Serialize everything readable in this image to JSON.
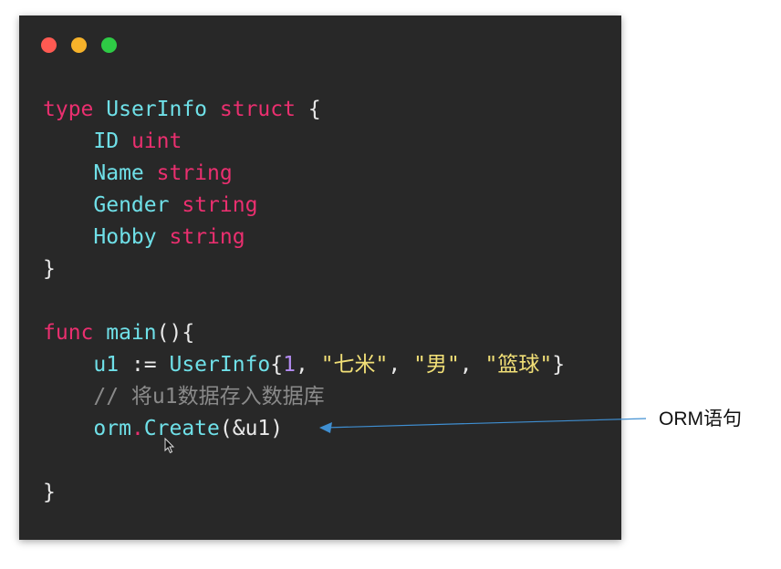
{
  "window": {
    "traffic_lights": [
      {
        "name": "close",
        "color": "#ff5a52"
      },
      {
        "name": "minimize",
        "color": "#f6b22a"
      },
      {
        "name": "maximize",
        "color": "#2ecb45"
      }
    ]
  },
  "code": {
    "lines": [
      [
        {
          "t": "type",
          "c": "kw"
        },
        {
          "t": " ",
          "c": "plain"
        },
        {
          "t": "UserInfo",
          "c": "id"
        },
        {
          "t": " ",
          "c": "plain"
        },
        {
          "t": "struct",
          "c": "kw"
        },
        {
          "t": " {",
          "c": "plain"
        }
      ],
      [
        {
          "t": "    ",
          "c": "plain"
        },
        {
          "t": "ID",
          "c": "id"
        },
        {
          "t": " ",
          "c": "plain"
        },
        {
          "t": "uint",
          "c": "type"
        }
      ],
      [
        {
          "t": "    ",
          "c": "plain"
        },
        {
          "t": "Name",
          "c": "id"
        },
        {
          "t": " ",
          "c": "plain"
        },
        {
          "t": "string",
          "c": "type"
        }
      ],
      [
        {
          "t": "    ",
          "c": "plain"
        },
        {
          "t": "Gender",
          "c": "id"
        },
        {
          "t": " ",
          "c": "plain"
        },
        {
          "t": "string",
          "c": "type"
        }
      ],
      [
        {
          "t": "    ",
          "c": "plain"
        },
        {
          "t": "Hobby",
          "c": "id"
        },
        {
          "t": " ",
          "c": "plain"
        },
        {
          "t": "string",
          "c": "type"
        }
      ],
      [
        {
          "t": "}",
          "c": "plain"
        }
      ],
      [],
      [
        {
          "t": "func",
          "c": "kw"
        },
        {
          "t": " ",
          "c": "plain"
        },
        {
          "t": "main",
          "c": "fn"
        },
        {
          "t": "(){",
          "c": "plain"
        }
      ],
      [
        {
          "t": "    ",
          "c": "plain"
        },
        {
          "t": "u1",
          "c": "id"
        },
        {
          "t": " := ",
          "c": "plain"
        },
        {
          "t": "UserInfo",
          "c": "id"
        },
        {
          "t": "{",
          "c": "plain"
        },
        {
          "t": "1",
          "c": "num"
        },
        {
          "t": ", ",
          "c": "plain"
        },
        {
          "t": "\"七米\"",
          "c": "str"
        },
        {
          "t": ", ",
          "c": "plain"
        },
        {
          "t": "\"男\"",
          "c": "str"
        },
        {
          "t": ", ",
          "c": "plain"
        },
        {
          "t": "\"篮球\"",
          "c": "str"
        },
        {
          "t": "}",
          "c": "plain"
        }
      ],
      [
        {
          "t": "    ",
          "c": "plain"
        },
        {
          "t": "// 将u1数据存入数据库",
          "c": "cmt"
        }
      ],
      [
        {
          "t": "    ",
          "c": "plain"
        },
        {
          "t": "orm",
          "c": "id"
        },
        {
          "t": ".",
          "c": "kw"
        },
        {
          "t": "Create",
          "c": "fn"
        },
        {
          "t": "(&u1)",
          "c": "plain"
        }
      ],
      [],
      [
        {
          "t": "}",
          "c": "plain"
        }
      ]
    ]
  },
  "annotation": {
    "label": "ORM语句",
    "arrow_color": "#3f8fd2",
    "label_color": "#111111"
  }
}
